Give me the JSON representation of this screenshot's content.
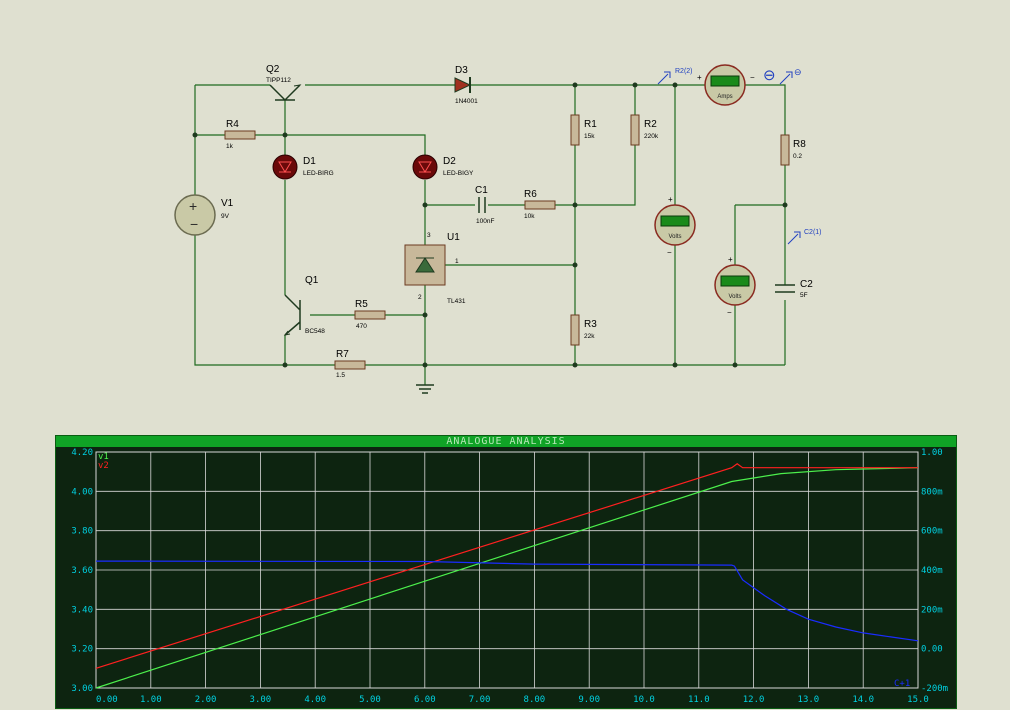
{
  "components": {
    "q2": {
      "ref": "Q2",
      "value": "TIPP112"
    },
    "d3": {
      "ref": "D3",
      "value": "1N4001"
    },
    "r4": {
      "ref": "R4",
      "value": "1k"
    },
    "d1": {
      "ref": "D1",
      "value": "LED-BIRG"
    },
    "d2": {
      "ref": "D2",
      "value": "LED-BIGY"
    },
    "v1": {
      "ref": "V1",
      "value": "9V"
    },
    "c1": {
      "ref": "C1",
      "value": "100nF"
    },
    "r6": {
      "ref": "R6",
      "value": "10k"
    },
    "u1": {
      "ref": "U1",
      "value": "TL431",
      "pin1": "1",
      "pin2": "2",
      "pin3": "3"
    },
    "q1": {
      "ref": "Q1",
      "value": "BC548"
    },
    "r5": {
      "ref": "R5",
      "value": "470"
    },
    "r7": {
      "ref": "R7",
      "value": "1.5"
    },
    "r1": {
      "ref": "R1",
      "value": "15k"
    },
    "r2": {
      "ref": "R2",
      "value": "220k"
    },
    "r3": {
      "ref": "R3",
      "value": "22k"
    },
    "r8": {
      "ref": "R8",
      "value": "0.2"
    },
    "c2": {
      "ref": "C2",
      "value": "5F"
    },
    "probe_r2": "R2(2)",
    "probe_c2": "C2(1)",
    "probe_minus": "⊖",
    "ammeter_unit": "Amps",
    "voltmeter_unit": "Volts",
    "meter_plus": "+",
    "meter_minus": "−"
  },
  "graph": {
    "title": "ANALOGUE ANALYSIS",
    "trace_labels": [
      "v1",
      "v2"
    ],
    "right_trace_label": "C+1",
    "colors": {
      "v1": "#4cf04c",
      "v2": "#ff2020",
      "i": "#1a2cff",
      "grid": "#d8d8d8",
      "axis_text": "#00d0e0"
    }
  },
  "chart_data": {
    "type": "line",
    "x_ticks": [
      "0.00",
      "1.00",
      "2.00",
      "3.00",
      "4.00",
      "5.00",
      "6.00",
      "7.00",
      "8.00",
      "9.00",
      "10.0",
      "11.0",
      "12.0",
      "13.0",
      "14.0",
      "15.0"
    ],
    "y_left_ticks": [
      "3.00",
      "3.20",
      "3.40",
      "3.60",
      "3.80",
      "4.00",
      "4.20"
    ],
    "y_right_ticks": [
      "-200m",
      "0.00",
      "200m",
      "400m",
      "600m",
      "800m",
      "1.00"
    ],
    "xlim": [
      0,
      15
    ],
    "ylim_left": [
      3.0,
      4.2
    ],
    "ylim_right": [
      -0.2,
      1.0
    ],
    "series": [
      {
        "name": "v1",
        "axis": "left",
        "x": [
          0,
          11.6,
          12.5,
          13.5,
          15
        ],
        "y": [
          3.0,
          4.05,
          4.09,
          4.11,
          4.12
        ]
      },
      {
        "name": "v2",
        "axis": "left",
        "x": [
          0,
          11.6,
          11.7,
          11.8,
          15
        ],
        "y": [
          3.1,
          4.12,
          4.14,
          4.12,
          4.12
        ]
      },
      {
        "name": "",
        "axis": "right",
        "x": [
          0,
          6,
          8,
          11.6,
          11.65,
          11.8,
          12.2,
          12.6,
          13.0,
          13.5,
          14.0,
          14.5,
          15.0
        ],
        "y": [
          0.445,
          0.443,
          0.43,
          0.425,
          0.42,
          0.35,
          0.27,
          0.2,
          0.15,
          0.11,
          0.08,
          0.06,
          0.04
        ]
      }
    ]
  }
}
